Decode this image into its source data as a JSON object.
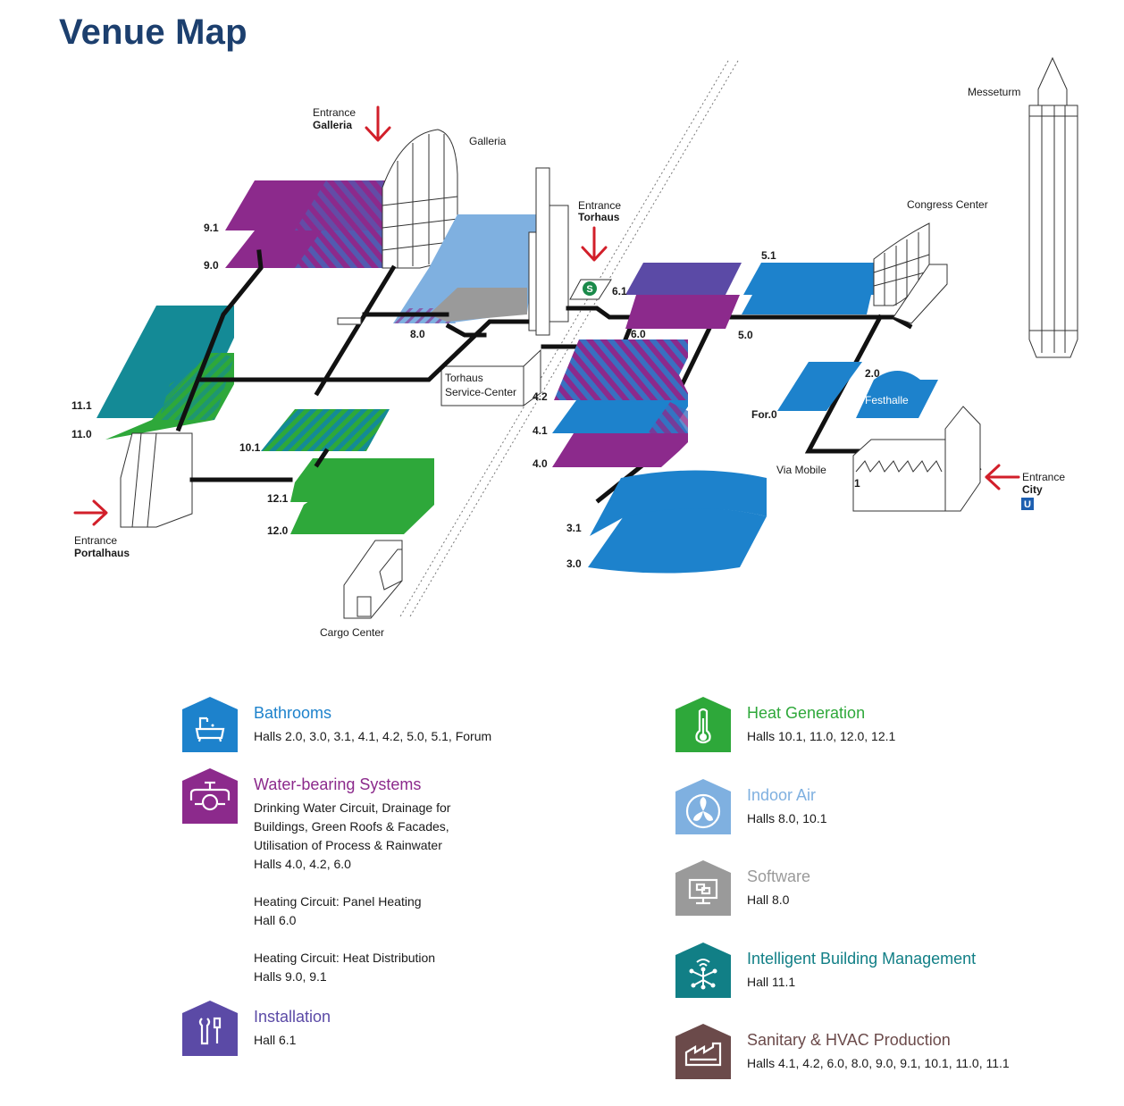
{
  "title": "Venue Map",
  "colors": {
    "title": "#1c3f6e",
    "purple": "#8c2a8c",
    "teal": "#148a96",
    "green": "#2ea83a",
    "blue": "#1d82cc",
    "light_blue": "#7fb0e0",
    "violet": "#5b4aa6",
    "gray": "#9a9a9a",
    "dark_teal": "#117f86",
    "brown": "#6b4a4a",
    "red_arrow": "#d21f2a"
  },
  "map": {
    "places": {
      "galleria": "Galleria",
      "messeturm": "Messeturm",
      "congress_center": "Congress Center",
      "festhalle": "Festhalle",
      "via_mobile": "Via Mobile",
      "cargo_center": "Cargo Center",
      "torhaus_sc_1": "Torhaus",
      "torhaus_sc_2": "Service-Center"
    },
    "entrances": {
      "galleria": {
        "line1": "Entrance",
        "line2": "Galleria"
      },
      "torhaus": {
        "line1": "Entrance",
        "line2": "Torhaus"
      },
      "portalhaus": {
        "line1": "Entrance",
        "line2": "Portalhaus"
      },
      "city": {
        "line1": "Entrance",
        "line2": "City"
      }
    },
    "badges": {
      "s_bahn": "S",
      "u_bahn": "U"
    },
    "halls": {
      "h91": "9.1",
      "h90": "9.0",
      "h80": "8.0",
      "h111": "11.1",
      "h110": "11.0",
      "h101": "10.1",
      "h121": "12.1",
      "h120": "12.0",
      "h61": "6.1",
      "h60": "6.0",
      "h51": "5.1",
      "h50": "5.0",
      "h42": "4.2",
      "h41": "4.1",
      "h40": "4.0",
      "h31": "3.1",
      "h30": "3.0",
      "h20": "2.0",
      "for0": "For.0",
      "h1": "1"
    }
  },
  "legend": {
    "bathrooms": {
      "icon": "bathtub-icon",
      "title": "Bathrooms",
      "lines": [
        "Halls 2.0, 3.0, 3.1, 4.1, 4.2, 5.0, 5.1, Forum"
      ]
    },
    "water": {
      "icon": "valve-pipe-icon",
      "title": "Water-bearing Systems",
      "lines": [
        "Drinking Water Circuit, Drainage for",
        "Buildings, Green Roofs & Facades,",
        "Utilisation of Process & Rainwater",
        "Halls 4.0, 4.2, 6.0"
      ],
      "sub1": [
        "Heating Circuit: Panel Heating",
        "Hall 6.0"
      ],
      "sub2": [
        "Heating Circuit: Heat Distribution",
        "Halls 9.0, 9.1"
      ]
    },
    "installation": {
      "icon": "wrench-tools-icon",
      "title": "Installation",
      "lines": [
        "Hall 6.1"
      ]
    },
    "heat": {
      "icon": "thermometer-icon",
      "title": "Heat Generation",
      "lines": [
        "Halls 10.1, 11.0, 12.0, 12.1"
      ]
    },
    "air": {
      "icon": "fan-icon",
      "title": "Indoor Air",
      "lines": [
        "Halls 8.0, 10.1"
      ]
    },
    "software": {
      "icon": "computer-monitor-icon",
      "title": "Software",
      "lines": [
        "Hall 8.0"
      ]
    },
    "ibm": {
      "icon": "network-hub-icon",
      "title": "Intelligent Building Management",
      "lines": [
        "Hall 11.1"
      ]
    },
    "sanitary": {
      "icon": "factory-icon",
      "title": "Sanitary & HVAC Production",
      "lines": [
        "Halls 4.1, 4.2, 6.0, 8.0, 9.0, 9.1, 10.1, 11.0, 11.1"
      ]
    }
  }
}
